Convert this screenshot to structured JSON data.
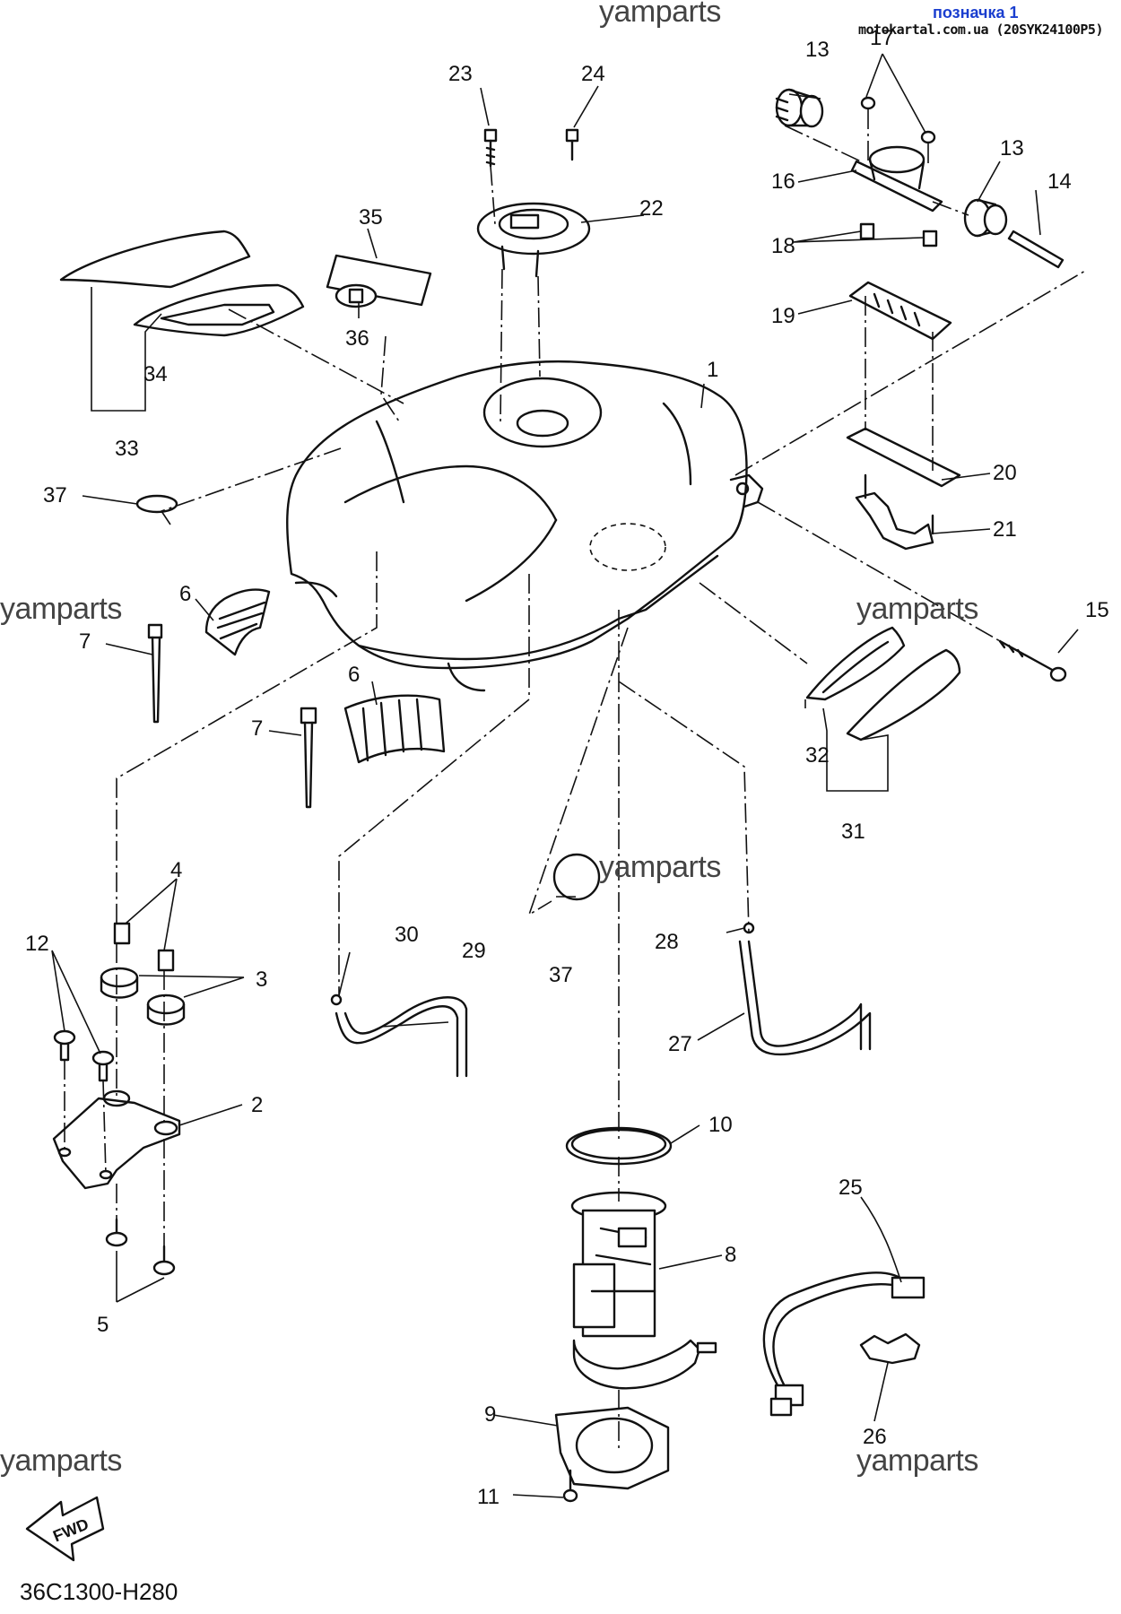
{
  "watermarks": {
    "top": "yamparts",
    "left_mid": "yamparts",
    "right_mid": "yamparts",
    "center": "yamparts",
    "left_bottom": "yamparts",
    "right_bottom": "yamparts"
  },
  "header": {
    "bookmark": "позначка 1",
    "source": "motokartal.com.ua (20SYK24100P5)"
  },
  "footer": {
    "diagram_code": "36C1300-H280",
    "fwd_arrow": "FWD"
  },
  "callouts": {
    "n1": "1",
    "n2": "2",
    "n3": "3",
    "n4": "4",
    "n5": "5",
    "n6a": "6",
    "n6b": "6",
    "n7a": "7",
    "n7b": "7",
    "n8": "8",
    "n9": "9",
    "n10": "10",
    "n11": "11",
    "n12": "12",
    "n13a": "13",
    "n13b": "13",
    "n14": "14",
    "n15": "15",
    "n16": "16",
    "n17": "17",
    "n18": "18",
    "n19": "19",
    "n20": "20",
    "n21": "21",
    "n22": "22",
    "n23": "23",
    "n24": "24",
    "n25": "25",
    "n26": "26",
    "n27": "27",
    "n28": "28",
    "n29": "29",
    "n30": "30",
    "n31": "31",
    "n32": "32",
    "n33": "33",
    "n34": "34",
    "n35": "35",
    "n36": "36",
    "n37a": "37",
    "n37b": "37"
  },
  "colors": {
    "line": "#111111",
    "bookmark": "#1a3ecf"
  }
}
